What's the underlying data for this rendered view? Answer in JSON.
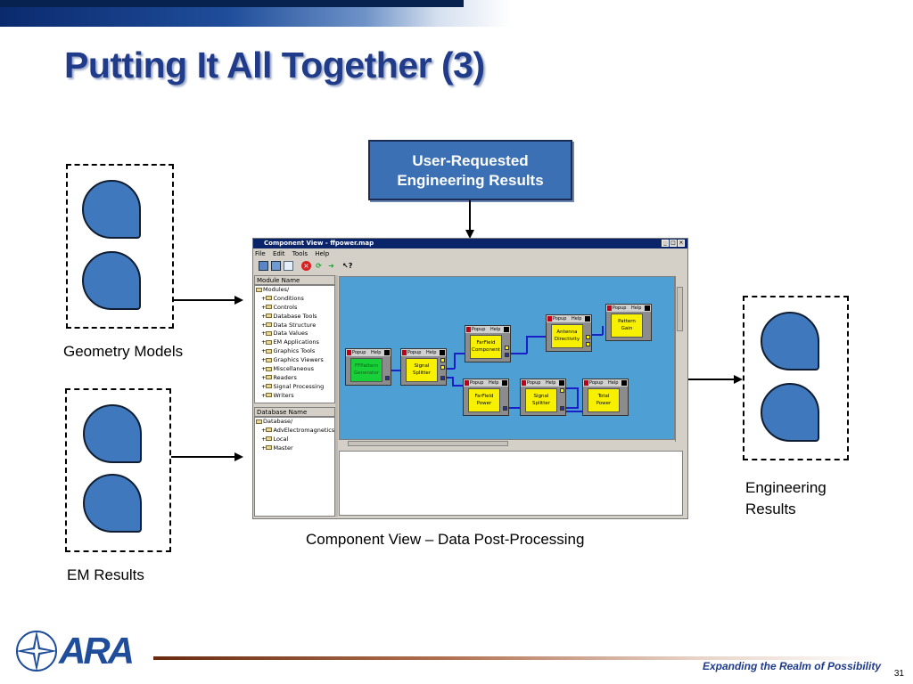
{
  "slide": {
    "title": "Putting It All Together (3)",
    "page_number": "31",
    "tagline": "Expanding the Realm of Possibility",
    "logo": "ARA"
  },
  "callout": {
    "line1": "User-Requested",
    "line2": "Engineering Results"
  },
  "labels": {
    "geometry": "Geometry Models",
    "em": "EM Results",
    "engineering_line1": "Engineering",
    "engineering_line2": "Results",
    "caption": "Component View – Data Post-Processing"
  },
  "window": {
    "title": "Component View - ffpower.map",
    "menu": [
      "File",
      "Edit",
      "Tools",
      "Help"
    ],
    "toolbar_icons": [
      "open-icon",
      "save-icon",
      "copy-icon",
      "stop-icon",
      "refresh-icon",
      "forward-arrow-icon",
      "help-icon"
    ],
    "module_header": "Module Name",
    "modules_root": "Modules/",
    "modules": [
      "Conditions",
      "Controls",
      "Database Tools",
      "Data Structure",
      "Data Values",
      "EM Applications",
      "Graphics Tools",
      "Graphics Viewers",
      "Miscellaneous",
      "Readers",
      "Signal Processing",
      "Writers"
    ],
    "database_header": "Database Name",
    "database_root": "Database/",
    "databases": [
      "AdvElectromagnetics",
      "Local",
      "Master"
    ]
  },
  "nodes": {
    "popup": "Popup",
    "help": "Help",
    "ffpattern": [
      "FFPattern",
      "Generator"
    ],
    "splitter1": [
      "Signal",
      "Splitter"
    ],
    "farfield_comp": [
      "FarField",
      "Component"
    ],
    "antenna": [
      "Antenna",
      "Directivity"
    ],
    "pattern": [
      "Pattern",
      "Gain"
    ],
    "farfield_power": [
      "FarField",
      "Power"
    ],
    "splitter2": [
      "Signal",
      "Splitter"
    ],
    "total_power": [
      "Total",
      "Power"
    ]
  },
  "colors": {
    "title": "#1f3b8a",
    "callout_bg": "#3c70b4",
    "bubble": "#3f78bd",
    "canvas": "#4ea0d4",
    "node_yellow": "#f7f000",
    "node_green": "#18d038",
    "wire": "#1a20c8"
  }
}
